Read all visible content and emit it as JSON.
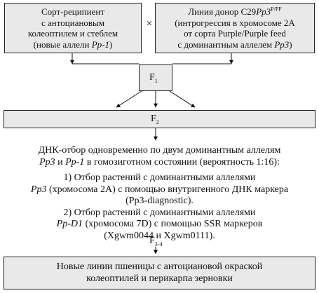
{
  "recipient": {
    "line1": "Сорт-реципиент",
    "line2": "с антоциановым",
    "line3": "колеоптилем и стеблем",
    "line4_pre": "(новые аллели ",
    "line4_gene": "Pp-1",
    "line4_post": ")"
  },
  "cross_symbol": "×",
  "donor": {
    "line1_pre": "Линия донор С29",
    "line1_gene": "Pp3",
    "line1_sup": "P/PF",
    "line2": "(интрогрессия в хромосоме 2А",
    "line3": "от сорта Purple/Purple feed",
    "line4_pre": "с доминантным аллелем ",
    "line4_gene": "Pp3",
    "line4_post": ")"
  },
  "f1": {
    "letter": "F",
    "sub": "1"
  },
  "f2": {
    "letter": "F",
    "sub": "2"
  },
  "selection": {
    "line1": "ДНК-отбор одновременно по двум доминантным аллелям",
    "line2_gene1": "Pp3",
    "line2_mid": " и ",
    "line2_gene2": "Pp-1",
    "line2_post": " в гомозиготном состоянии (вероятность 1:16):",
    "step1_line1": "1) Отбор растений с доминантными аллелями",
    "step1_line2_gene": "Pp3",
    "step1_line2_post": " (хромосома 2А) с помощью внутригенного ДНК маркера",
    "step1_line3": "(Pp3-diagnostic).",
    "step2_line1": "2) Отбор растений с доминантными аллелями",
    "step2_line2_gene": "Pp-D1",
    "step2_line2_post": " (хромосома 7D) с помощью SSR маркеров",
    "step2_line3": "(Xgwm0044 и Xgwm0111)."
  },
  "f34": {
    "letter": "F",
    "sub": "3-4"
  },
  "result": {
    "line1": "Новые линии пшеницы с антоциановой окраской",
    "line2": "колеоптилей и перикарпа зерновки"
  }
}
